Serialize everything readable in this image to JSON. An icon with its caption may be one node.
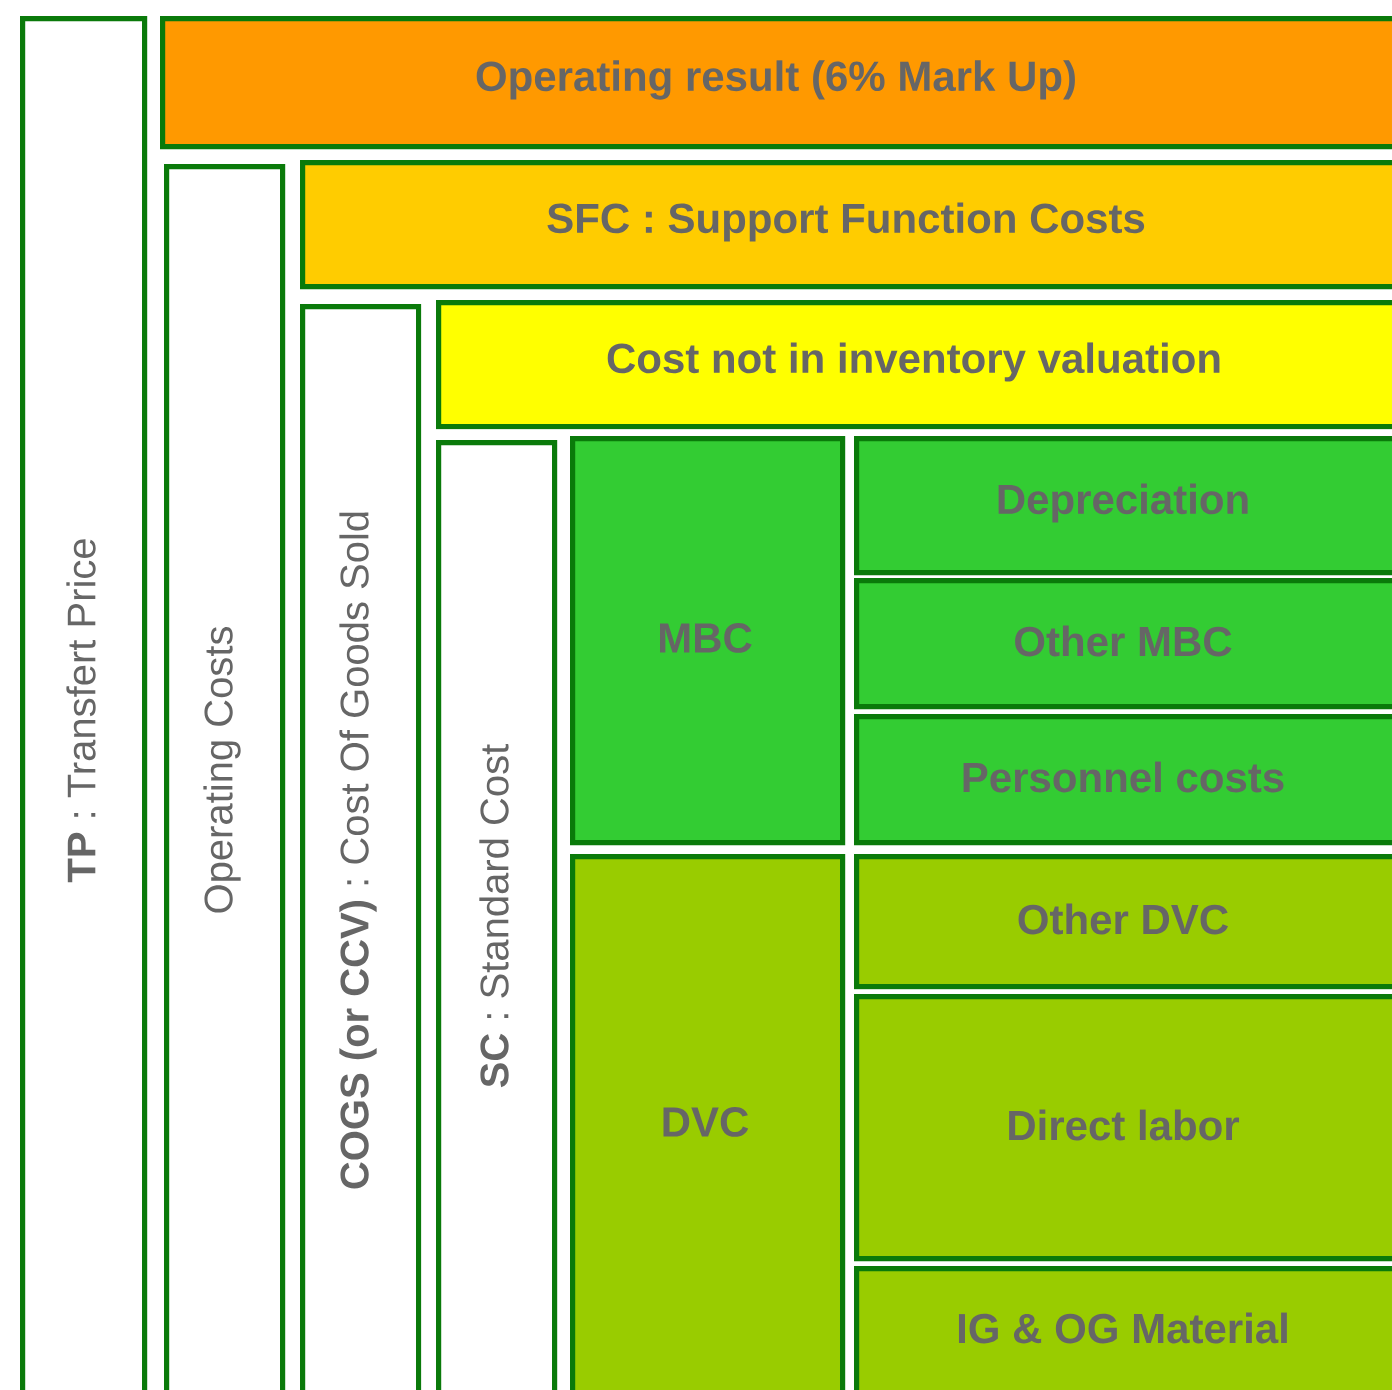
{
  "diagram": {
    "nodes": [
      {
        "text": [
          "**TP** : Transfert Price"
        ]
      },
      {
        "text": [
          "Operating result (6% Mark Up)"
        ]
      },
      {
        "text": [
          "Operating Costs"
        ]
      },
      {
        "text": [
          "SFC : Support Function Costs"
        ]
      },
      {
        "text": [
          "**COGS (or CCV)** : Cost Of Goods Sold"
        ]
      },
      {
        "text": [
          "Cost not in inventory valuation"
        ]
      },
      {
        "text": [
          "**SC** : Standard Cost"
        ]
      },
      {
        "text": [
          "MBC"
        ]
      },
      {
        "text": [
          "Depreciation"
        ]
      },
      {
        "text": [
          "Other MBC"
        ]
      },
      {
        "text": [
          "Personnel costs"
        ]
      },
      {
        "text": [
          "DVC"
        ]
      },
      {
        "text": [
          "Other DVC"
        ]
      },
      {
        "text": [
          "Direct labor"
        ]
      },
      {
        "text": [
          "IG & OG Material"
        ]
      }
    ]
  }
}
